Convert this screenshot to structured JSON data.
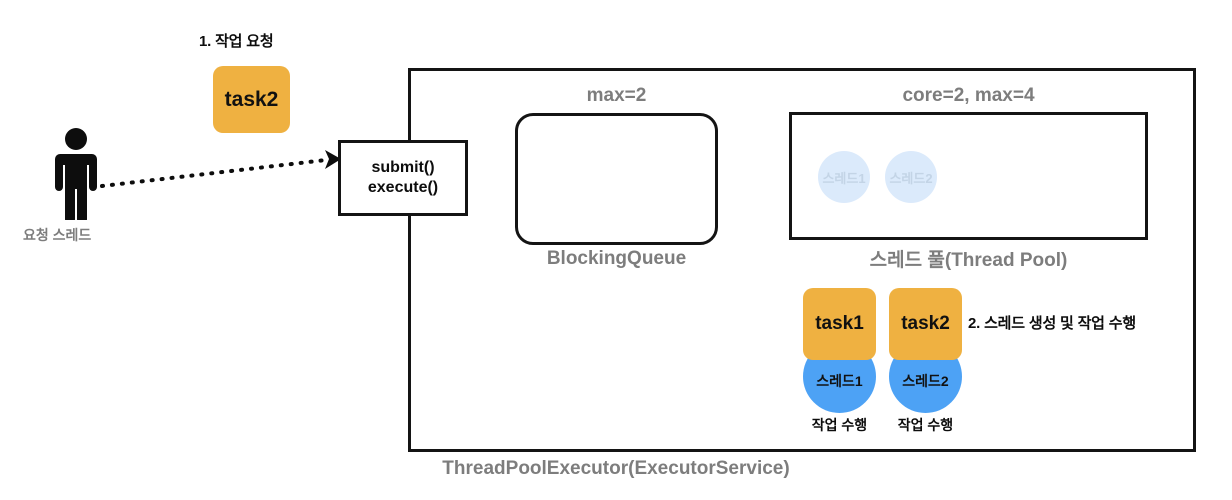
{
  "diagram": {
    "title": "ThreadPoolExecutor(ExecutorService)",
    "colors": {
      "task_orange": "#efb141",
      "thread_blue": "#4da2f5",
      "idle_thread_blue": "#dbeafb",
      "border_black": "#141414",
      "gray_text": "#7d7d7d"
    }
  },
  "requester": {
    "icon": "person-icon",
    "label": "요청 스레드"
  },
  "steps": [
    {
      "id": "step-1",
      "label": "1. 작업 요청"
    },
    {
      "id": "step-2",
      "label": "2. 스레드 생성 및 작업 수행"
    }
  ],
  "incoming_task": {
    "label": "task2"
  },
  "submit_box": {
    "lines": [
      "submit()",
      "execute()"
    ]
  },
  "queue": {
    "capacity_label": "max=2",
    "name": "BlockingQueue",
    "items": []
  },
  "thread_pool": {
    "capacity_label": "core=2, max=4",
    "name": "스레드 풀(Thread Pool)",
    "idle_threads": [
      {
        "label": "스레드1"
      },
      {
        "label": "스레드2"
      }
    ]
  },
  "running": [
    {
      "task_label": "task1",
      "thread_label": "스레드1",
      "status": "작업 수행"
    },
    {
      "task_label": "task2",
      "thread_label": "스레드2",
      "status": "작업 수행"
    }
  ]
}
